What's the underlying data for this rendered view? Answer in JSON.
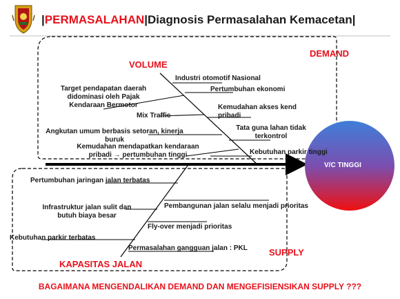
{
  "header": {
    "bar_left": "|",
    "keyword": "PERMASALAHAN",
    "bar_mid": "|",
    "subtitle": " Diagnosis Permasalahan Kemacetan",
    "bar_right": "|",
    "emblem_icon": "coat-of-arms-icon"
  },
  "diagram": {
    "demand_label": "DEMAND",
    "supply_label": "SUPPLY",
    "volume_label": "VOLUME",
    "kapasitas_label": "KAPASITAS JALAN",
    "effect_label": "V/C TINGGI",
    "volume_causes": [
      "Industri otomotif Nasional",
      "Target pendapatan daerah\ndidominasi oleh Pajak\nKendaraan Bermotor",
      "Pertumbuhan ekonomi",
      "Mix Traffic",
      "Kemudahan akses kend\npribadi",
      "Angkutan umum berbasis setoran, kinerja\nburuk",
      "Tata guna lahan tidak\nterkontrol",
      "Kemudahan mendapatkan kendaraan\npribadi → pertumbuhan tinggi",
      "Kebutuhan parkir tinggi"
    ],
    "kapasitas_causes": [
      "Pertumbuhan jaringan jalan terbatas",
      "Infrastruktur jalan sulit dan\nbutuh biaya besar",
      "Pembangunan jalan selalu menjadi prioritas",
      "Fly-over menjadi prioritas",
      "Kebutuhan parkir terbatas",
      "Permasalahan gangguan jalan : PKL"
    ]
  },
  "footer": {
    "question": "BAGAIMANA MENGENDALIKAN DEMAND DAN MENGEFISIENSIKAN SUPPLY ???"
  },
  "colors": {
    "accent": "#e8101b",
    "text": "#1a1a1a",
    "circle_top": "#3f7fd9",
    "circle_bottom": "#f01010"
  }
}
